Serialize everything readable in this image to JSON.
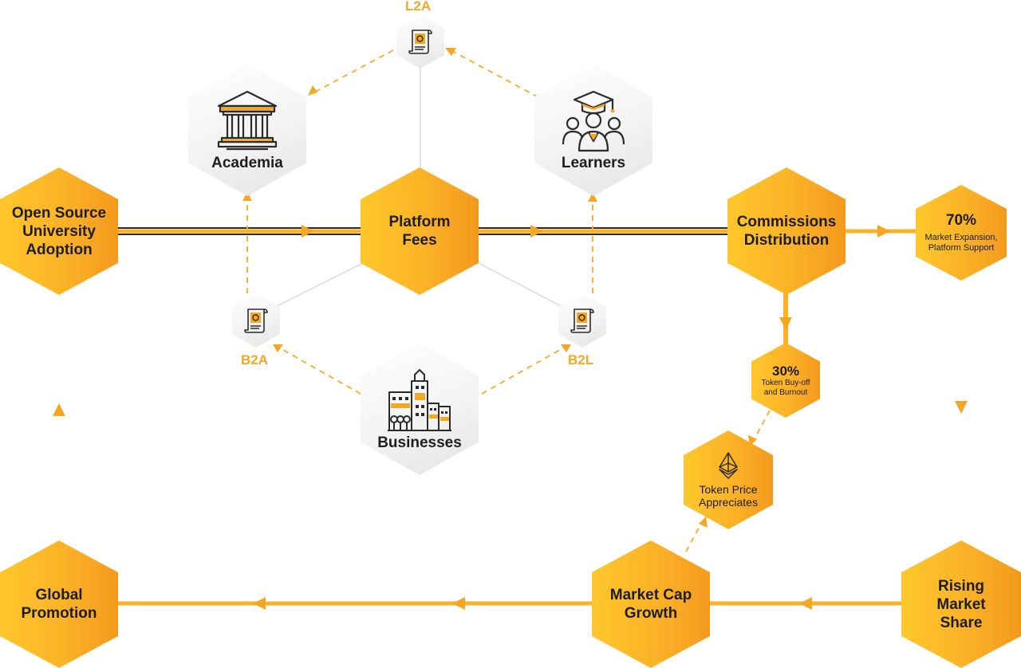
{
  "nodes": {
    "open_source": "Open Source University Adoption",
    "platform_fees": "Platform Fees",
    "commissions": "Commissions Distribution",
    "academia": "Academia",
    "learners": "Learners",
    "businesses": "Businesses",
    "pct70": {
      "value": "70%",
      "desc": "Market Expansion, Platform Support"
    },
    "pct30": {
      "value": "30%",
      "desc": "Token Buy-off and Burnout"
    },
    "token_price": "Token Price Appreciates",
    "global_promotion": "Global Promotion",
    "market_cap": "Market Cap Growth",
    "rising_share": "Rising Market Share"
  },
  "doc_labels": {
    "l2a": "L2A",
    "b2a": "B2A",
    "b2l": "B2L"
  },
  "icons": [
    "document-icon",
    "institution-icon",
    "graduates-icon",
    "buildings-icon",
    "ethereum-icon"
  ],
  "colors": {
    "orange": "#fbb226",
    "accent": "#f5a623",
    "dark": "#1d1d1d",
    "grey": "#e8e8e8"
  }
}
